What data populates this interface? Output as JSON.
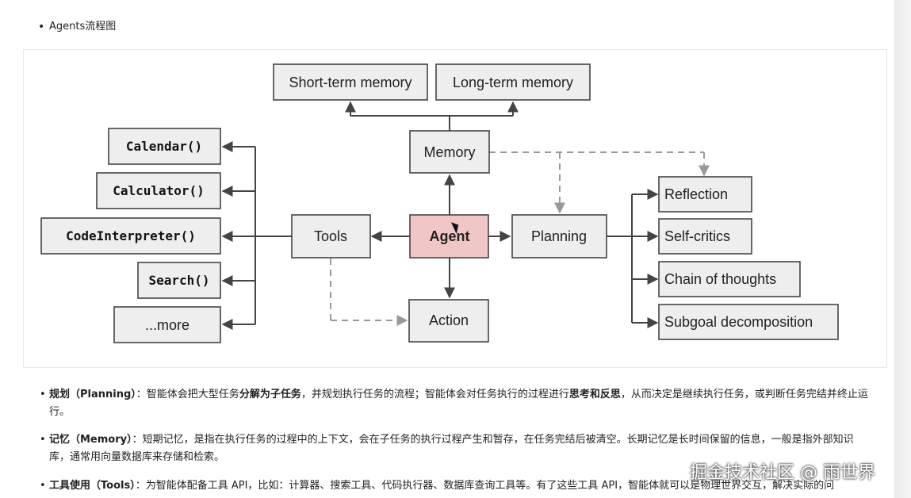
{
  "heading_bullet": "Agents流程图",
  "diagram": {
    "memory_short": "Short-term memory",
    "memory_long": "Long-term memory",
    "memory": "Memory",
    "agent": "Agent",
    "tools": "Tools",
    "planning": "Planning",
    "action": "Action",
    "tool_items": [
      "Calendar()",
      "Calculator()",
      "CodeInterpreter()",
      "Search()",
      "...more"
    ],
    "planning_items": [
      "Reflection",
      "Self-critics",
      "Chain of thoughts",
      "Subgoal decomposition"
    ]
  },
  "descriptions": {
    "planning": {
      "title": "规划（Planning）",
      "part1": "：智能体会把大型任务",
      "bold1": "分解为子任务",
      "part2": "，并规划执行任务的流程；智能体会对任务执行的过程进行",
      "bold2": "思考和反思",
      "part3": "，从而决定是继续执行任务，或判断任务完结并终止运行。"
    },
    "memory": {
      "title": "记忆（Memory）",
      "text": "：短期记忆，是指在执行任务的过程中的上下文，会在子任务的执行过程产生和暂存，在任务完结后被清空。长期记忆是长时间保留的信息，一般是指外部知识库，通常用向量数据库来存储和检索。"
    },
    "tools": {
      "title": "工具使用（Tools）",
      "text": "：为智能体配备工具 API，比如：计算器、搜索工具、代码执行器、数据库查询工具等。有了这些工具 API，智能体就可以是物理世界交互，解决实际的问"
    }
  },
  "watermark": "掘金技术社区 @ 雨世界"
}
